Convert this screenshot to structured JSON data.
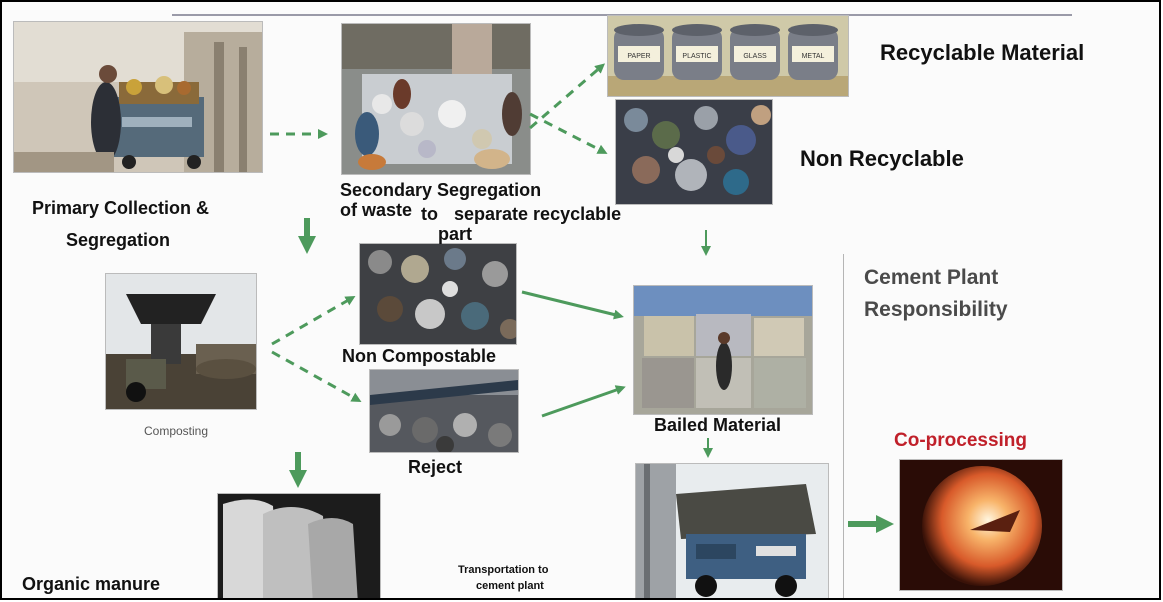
{
  "labels": {
    "primary_collection": [
      "Primary Collection &",
      "Segregation"
    ],
    "secondary_segregation": [
      "Secondary Segregation",
      "of waste",
      "to",
      "separate recyclable",
      "part"
    ],
    "recyclable_material": "Recyclable Material",
    "non_recyclable": "Non Recyclable",
    "cement_plant": [
      "Cement Plant",
      "Responsibility"
    ],
    "composting": "Composting",
    "non_compostable": "Non Compostable",
    "reject": "Reject",
    "bailed_material": "Bailed Material",
    "co_processing": "Co-processing",
    "organic_manure": "Organic manure",
    "transportation": [
      "Transportation to",
      "cement plant"
    ]
  },
  "bin_labels": [
    "PAPER",
    "PLASTIC",
    "GLASS",
    "METAL"
  ],
  "colors": {
    "arrow_green": "#4d9a5c",
    "co_processing_red": "#c0202a",
    "text_grey": "#4a4a4a"
  }
}
